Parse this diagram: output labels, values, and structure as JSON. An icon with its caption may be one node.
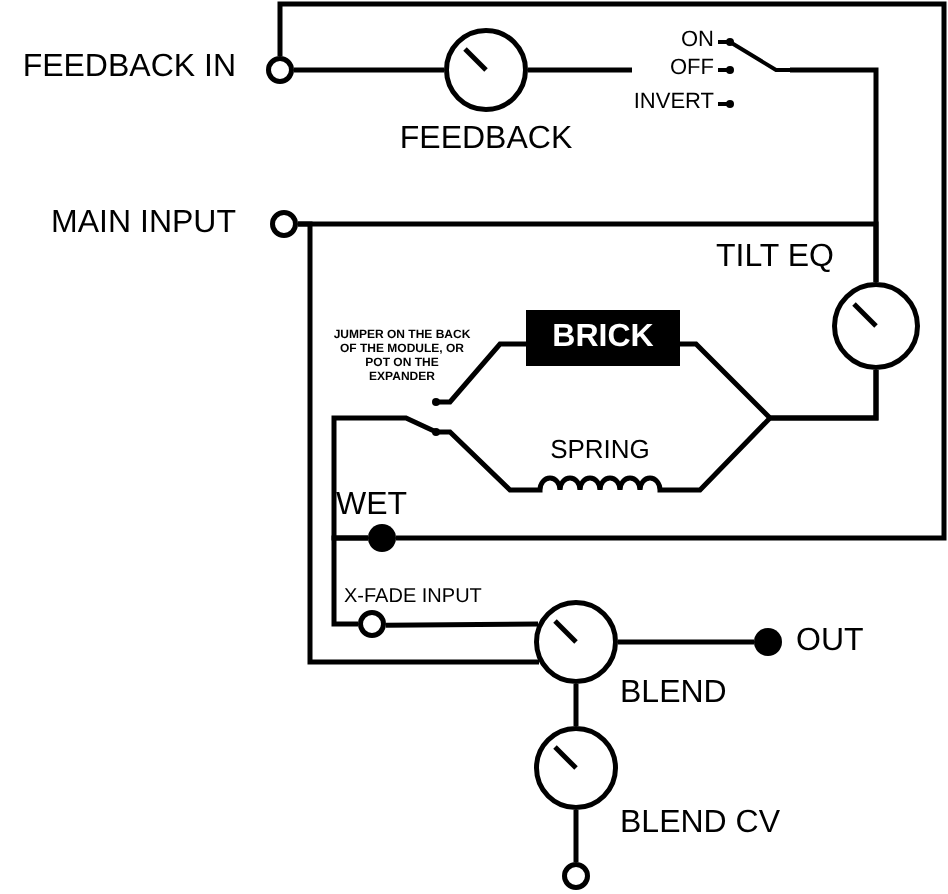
{
  "diagram": {
    "nodes": [
      {
        "text": [],
        "shape": "circle",
        "beside": [
          "FEEDBACK IN"
        ]
      },
      {
        "text": [],
        "shape": "knob",
        "beside": [
          "FEEDBACK"
        ]
      },
      {
        "text": [
          "ON",
          "OFF",
          "INVERT"
        ]
      },
      {
        "text": [],
        "shape": "circle",
        "beside": [
          "MAIN INPUT"
        ]
      },
      {
        "text": [],
        "shape": "knob",
        "beside": [
          "TILT EQ"
        ]
      },
      {
        "text": [
          "BRICK"
        ]
      },
      {
        "text": [
          "SPRING"
        ]
      },
      {
        "text": [],
        "shape": "switch"
      },
      {
        "text": [],
        "shape": "dot",
        "beside": [
          "WET"
        ]
      },
      {
        "text": [],
        "shape": "circle",
        "beside": [
          "X-FADE INPUT"
        ]
      },
      {
        "text": [],
        "shape": "knob",
        "beside": [
          "BLEND"
        ]
      },
      {
        "text": [],
        "shape": "dot",
        "beside": [
          "OUT"
        ]
      },
      {
        "text": [],
        "shape": "knob",
        "beside": [
          "BLEND CV"
        ]
      },
      {
        "text": [],
        "shape": "circle"
      }
    ],
    "edges": [
      {
        "from": 0,
        "to": 1,
        "arrow": "none"
      },
      {
        "from": 1,
        "to": 2,
        "arrow": "none"
      },
      {
        "from": 2,
        "to": 4,
        "arrow": "none"
      },
      {
        "from": 3,
        "to": 4,
        "arrow": "none"
      },
      {
        "from": 3,
        "to": 10,
        "arrow": "none"
      },
      {
        "from": 4,
        "to": 5,
        "arrow": "none"
      },
      {
        "from": 4,
        "to": 6,
        "arrow": "none"
      },
      {
        "from": 5,
        "to": 7,
        "arrow": "none"
      },
      {
        "from": 6,
        "to": 7,
        "arrow": "none"
      },
      {
        "from": 7,
        "to": 8,
        "arrow": "none"
      },
      {
        "from": 8,
        "to": 0,
        "arrow": "none"
      },
      {
        "from": 8,
        "to": 9,
        "arrow": "none"
      },
      {
        "from": 9,
        "to": 10,
        "arrow": "none"
      },
      {
        "from": 10,
        "to": 11,
        "arrow": "none"
      },
      {
        "from": 10,
        "to": 12,
        "arrow": "none"
      },
      {
        "from": 12,
        "to": 13,
        "arrow": "none"
      }
    ],
    "labels": [
      "JUMPER ON THE BACK OF THE MODULE, OR POT ON THE EXPANDER"
    ]
  }
}
